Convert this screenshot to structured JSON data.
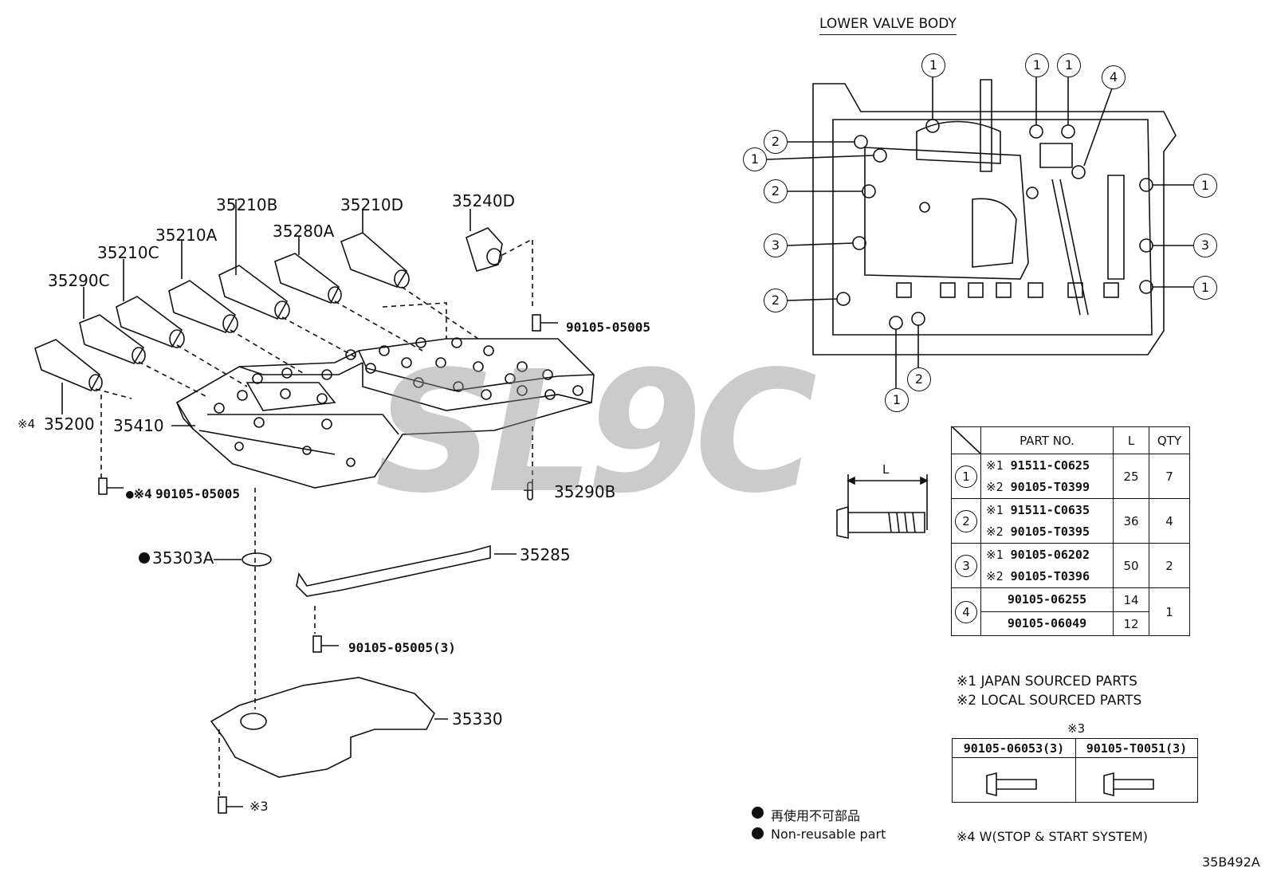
{
  "title": "LOWER VALVE BODY",
  "figure_code": "35B492A",
  "watermark": "SL9C",
  "exploded_parts": {
    "p35240D": "35240D",
    "p35210D": "35210D",
    "p35210B": "35210B",
    "p35280A": "35280A",
    "p35210A": "35210A",
    "p35210C": "35210C",
    "p35290C": "35290C",
    "p35200": "35200",
    "p35200_mark": "※4",
    "p35410": "35410",
    "bolt_top": "90105-05005",
    "bolt_left": "90105-05005",
    "bolt_left_mark": "●※4",
    "p35290B": "35290B",
    "p35303A": "35303A",
    "p35285": "35285",
    "bolt_bracket": "90105-05005(3)",
    "p35330": "35330",
    "bolt_cover_mark": "※3"
  },
  "callouts": {
    "one": "1",
    "two": "2",
    "three": "3",
    "four": "4"
  },
  "bolt_diagram": {
    "length_label": "L"
  },
  "parts_table": {
    "headers": [
      "PART NO.",
      "L",
      "QTY"
    ],
    "rows": [
      {
        "ref": "1",
        "parts": [
          {
            "mark": "※1",
            "no": "91511-C0625"
          },
          {
            "mark": "※2",
            "no": "90105-T0399"
          }
        ],
        "L": [
          "25"
        ],
        "qty": "7"
      },
      {
        "ref": "2",
        "parts": [
          {
            "mark": "※1",
            "no": "91511-C0635"
          },
          {
            "mark": "※2",
            "no": "90105-T0395"
          }
        ],
        "L": [
          "36"
        ],
        "qty": "4"
      },
      {
        "ref": "3",
        "parts": [
          {
            "mark": "※1",
            "no": "90105-06202"
          },
          {
            "mark": "※2",
            "no": "90105-T0396"
          }
        ],
        "L": [
          "50"
        ],
        "qty": "2"
      },
      {
        "ref": "4",
        "parts": [
          {
            "mark": "",
            "no": "90105-06255"
          },
          {
            "mark": "",
            "no": "90105-06049"
          }
        ],
        "L": [
          "14",
          "12"
        ],
        "qty": "1"
      }
    ]
  },
  "notes": {
    "n1": "※1 JAPAN SOURCED PARTS",
    "n2": "※2 LOCAL SOURCED PARTS",
    "n3_head": "※3",
    "n3_left": "90105-06053(3)",
    "n3_right": "90105-T0051(3)",
    "n4": "※4 W(STOP & START SYSTEM)"
  },
  "legend": {
    "jp": "再使用不可部品",
    "en": "Non-reusable part"
  }
}
